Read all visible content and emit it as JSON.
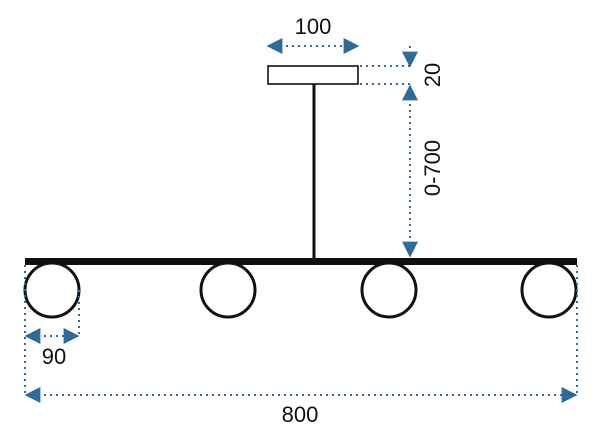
{
  "dimensions": {
    "canopy_width": "100",
    "canopy_height": "20",
    "cable_length": "0-700",
    "shade_diameter": "90",
    "total_length": "800"
  },
  "colors": {
    "fixture": "#111111",
    "dimension_line": "#2f6b99",
    "arrow": "#2f6b99"
  }
}
